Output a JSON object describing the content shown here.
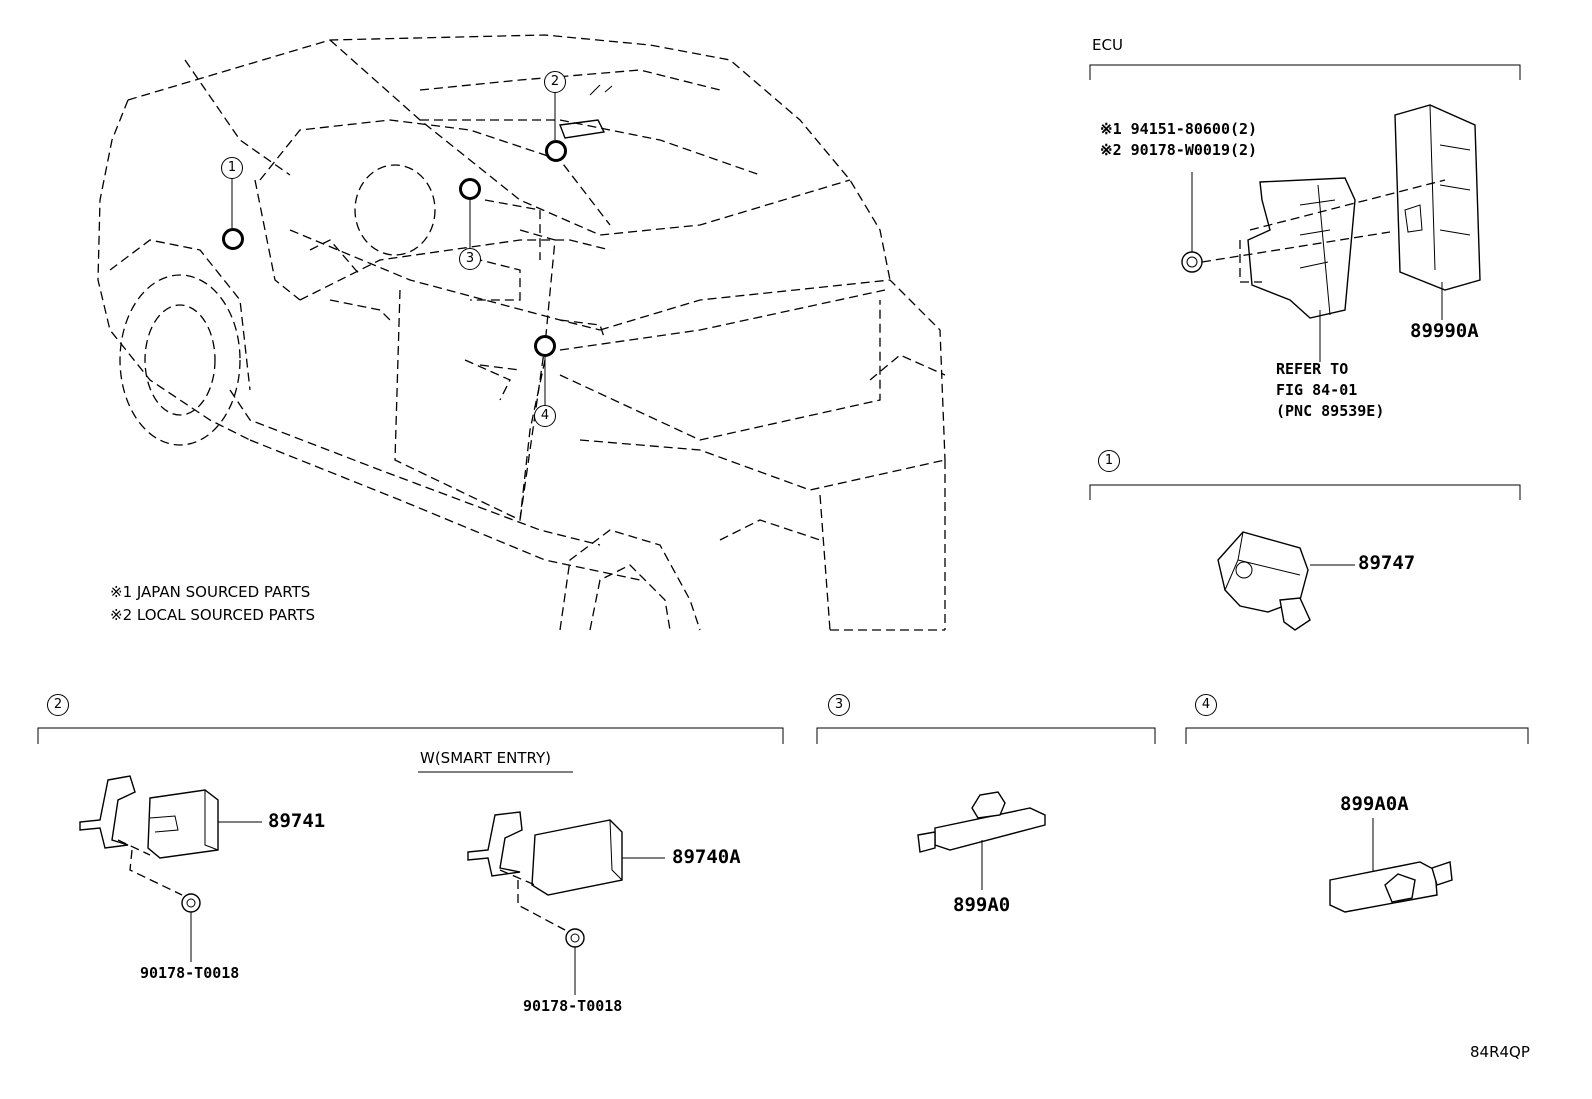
{
  "sections": {
    "ecu": {
      "heading": "ECU",
      "notes": [
        "※1 94151-80600(2)",
        "※2 90178-W0019(2)"
      ],
      "part": "89990A",
      "refer": [
        "REFER TO",
        "FIG 84-01",
        "(PNC 89539E)"
      ]
    },
    "s1": {
      "marker": "1",
      "part": "89747"
    },
    "s2": {
      "marker": "2",
      "parts": [
        "89741",
        "89740A"
      ],
      "nuts": [
        "90178-T0018",
        "90178-T0018"
      ],
      "variant": "W(SMART ENTRY)"
    },
    "s3": {
      "marker": "3",
      "part": "899A0"
    },
    "s4": {
      "marker": "4",
      "part": "899A0A"
    }
  },
  "vehicle": {
    "callouts": [
      "1",
      "2",
      "3",
      "4"
    ]
  },
  "legend": [
    "※1 JAPAN SOURCED PARTS",
    "※2 LOCAL SOURCED PARTS"
  ],
  "diagram_code": "84R4QP"
}
